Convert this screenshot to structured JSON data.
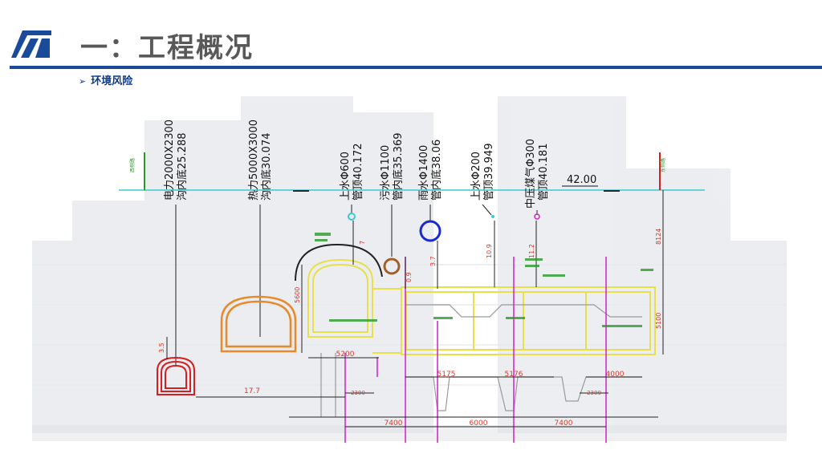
{
  "slide": {
    "title": "一：工程概况",
    "bullet": "环境风险",
    "bullet_icon": "arrow-right-icon",
    "accent_color": "#1a4a9a"
  },
  "drawing": {
    "pipes": [
      {
        "line1": "电力2000X2300",
        "line2": "沟内底25.288"
      },
      {
        "line1": "热力5000X3000",
        "line2": "沟内底30.074"
      },
      {
        "line1": "上水Φ600",
        "line2": "管顶40.172"
      },
      {
        "line1": "污水Φ1100",
        "line2": "管内底35.369"
      },
      {
        "line1": "雨水Φ1400",
        "line2": "管内底38.06"
      },
      {
        "line1": "上水Φ200",
        "line2": "管顶39.949"
      },
      {
        "line1": "中压煤气Φ300",
        "line2": "管顶40.181"
      }
    ],
    "ground_level": "42.00",
    "dimensions": {
      "d_3_5": "3.5",
      "d_17_7": "17.7",
      "d_5600": "5600",
      "d_7": "7",
      "d_0_9": "0.9",
      "d_3_7": "3.7",
      "d_10_9": "10.9",
      "d_11_2": "11.2",
      "d_8124": "8124",
      "d_5100": "5100",
      "d_5200": "5200",
      "d_5175": "5175",
      "d_5176": "5176",
      "d_4000": "4000",
      "d_2300a": "2300",
      "d_2300b": "2300",
      "d_7400a": "7400",
      "d_6000": "6000",
      "d_7400b": "7400"
    },
    "colors": {
      "water_line": "#3cc8d0",
      "station_outline": "#e8e04a",
      "power_duct": "#d42020",
      "heat_duct": "#e88a2a",
      "rain_pipe": "#1a2ad0",
      "sewer_pipe": "#a0622a",
      "axis": "#d020c8",
      "dimension": "#222222"
    }
  }
}
